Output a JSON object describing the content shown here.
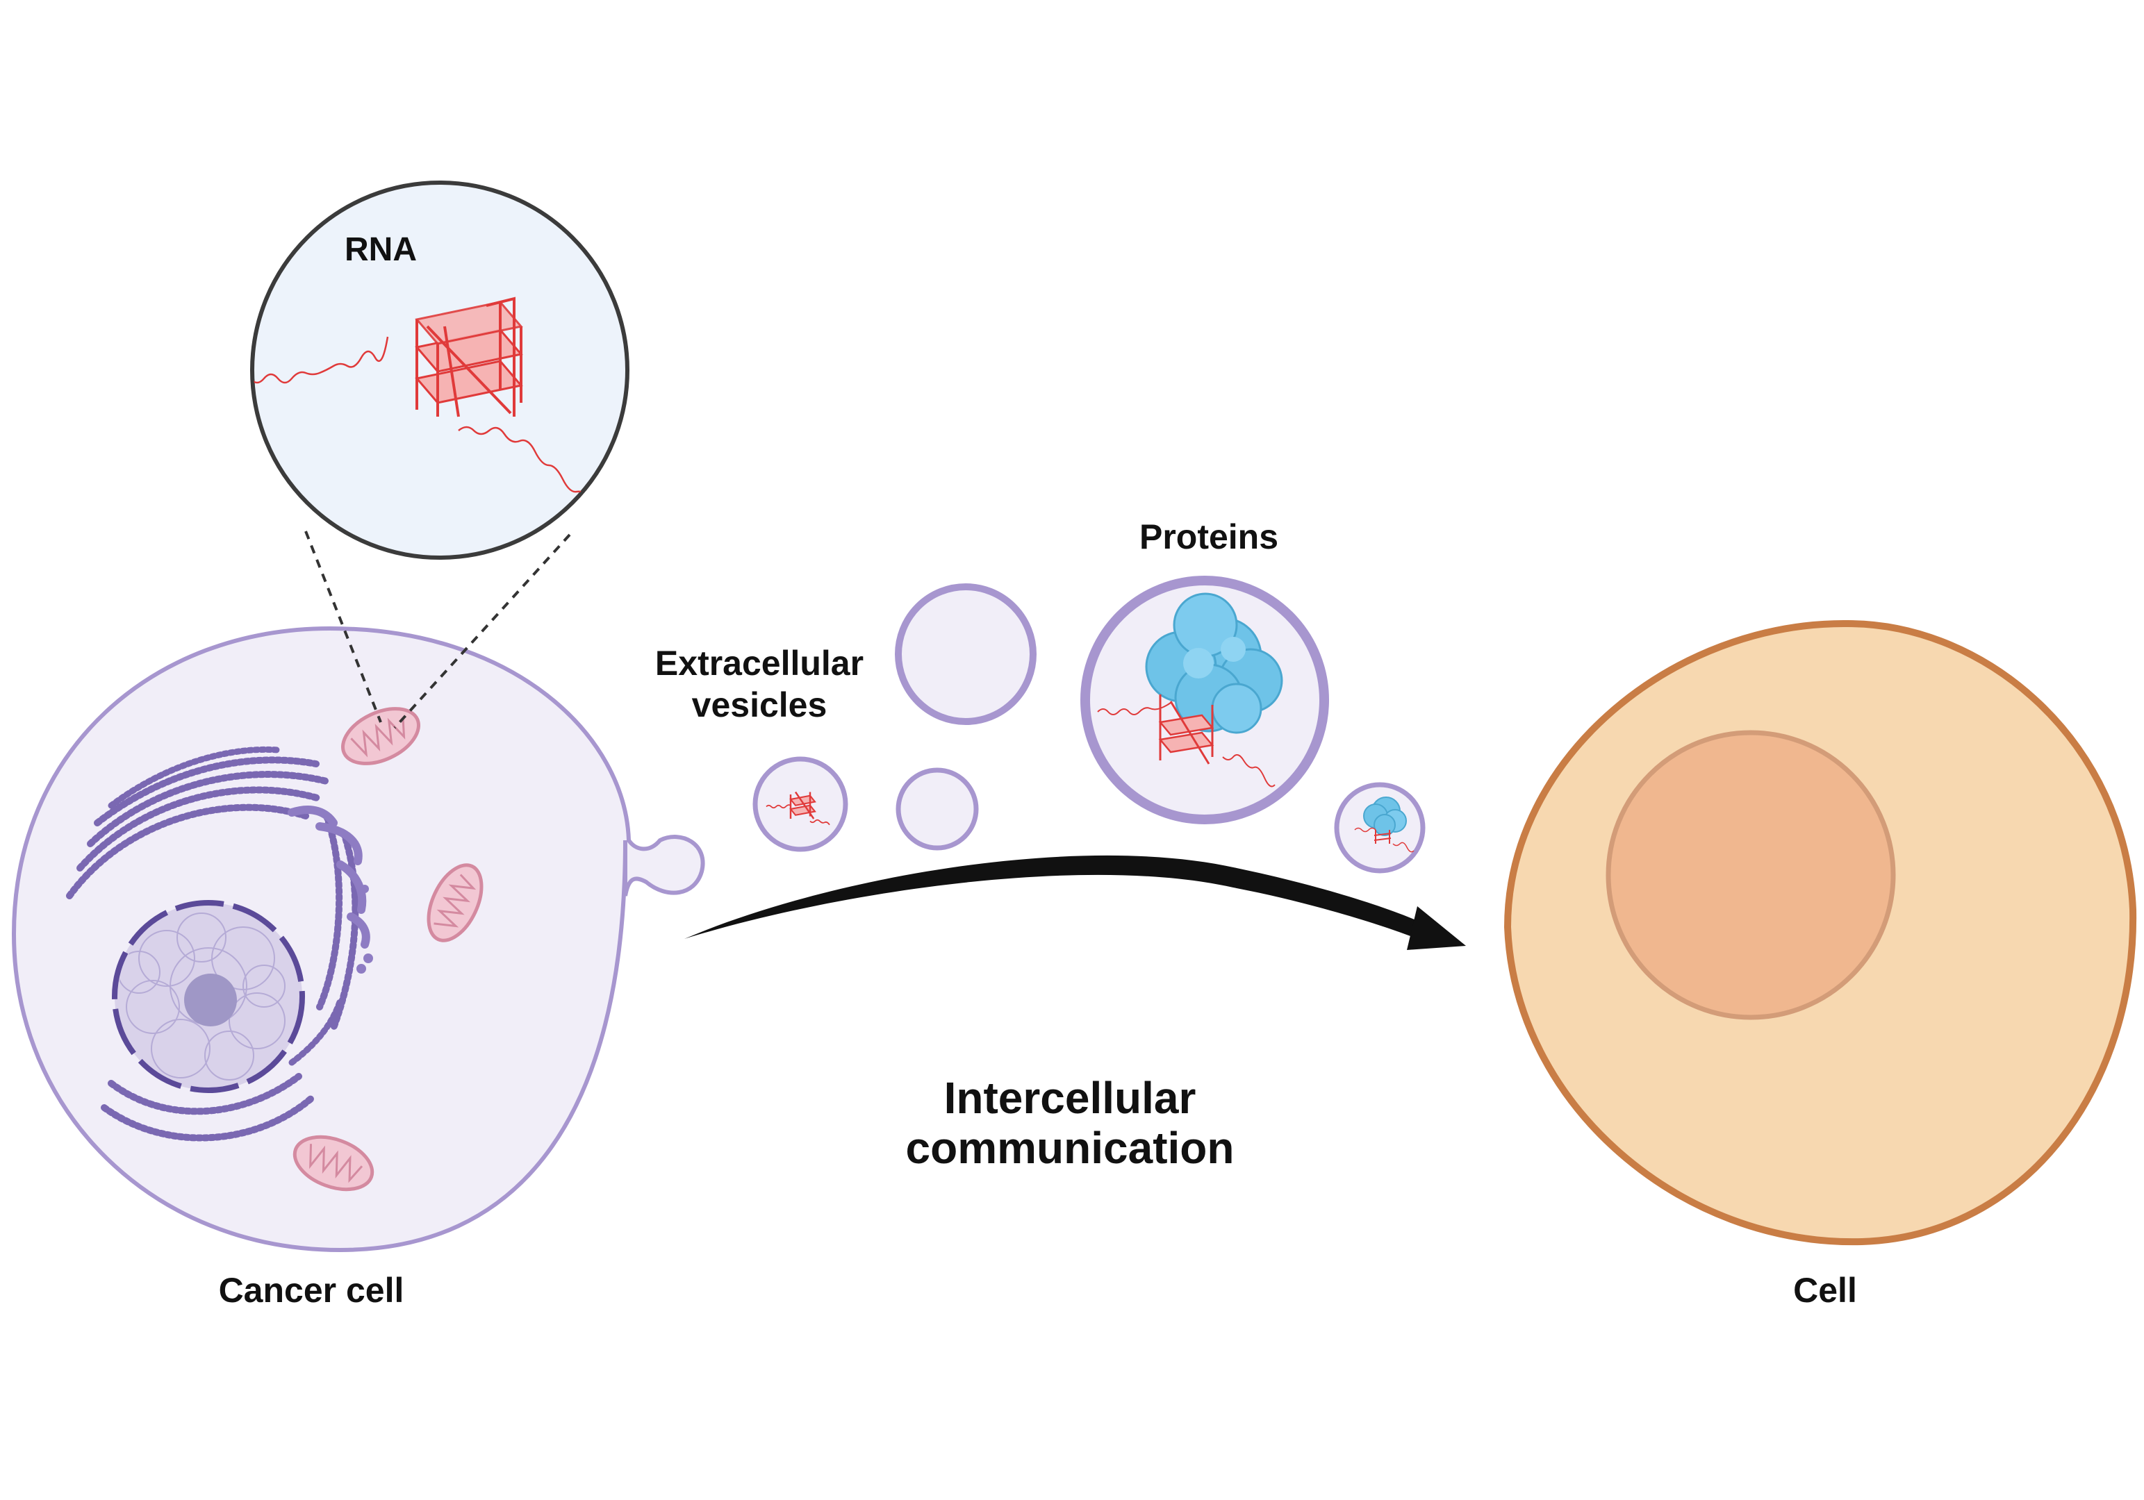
{
  "labels": {
    "rna": "RNA",
    "proteins": "Proteins",
    "extracellular_line1": "Extracellular",
    "extracellular_line2": "vesicles",
    "intercellular_line1": "Intercellular",
    "intercellular_line2": "communication",
    "cancer_cell": "Cancer cell",
    "cell": "Cell"
  },
  "colors": {
    "cancer_cell_fill": "#f1eef8",
    "cancer_cell_stroke": "#a796cf",
    "organelle_purple": "#8e7cc3",
    "organelle_dark": "#5b4a99",
    "nucleolus": "#9f97c6",
    "mitochondria_fill": "#f2c7d3",
    "mitochondria_stroke": "#d48aa0",
    "rna_red": "#e03a3a",
    "rna_fill": "#f6b3b3",
    "protein_blue": "#6ec3e8",
    "zoom_fill": "#edf3fb",
    "zoom_stroke": "#3b3b3b",
    "target_cell_fill": "#f7d8b0",
    "target_cell_stroke": "#c97d45",
    "target_nucleus_fill": "#f0b78f",
    "target_nucleus_stroke": "#d39c78",
    "arrow": "#111111"
  },
  "icons": [
    "rna-structure-icon",
    "protein-icon",
    "mitochondrion-icon",
    "nucleus-icon",
    "endoplasmic-reticulum-icon",
    "golgi-icon",
    "arrow-icon"
  ]
}
